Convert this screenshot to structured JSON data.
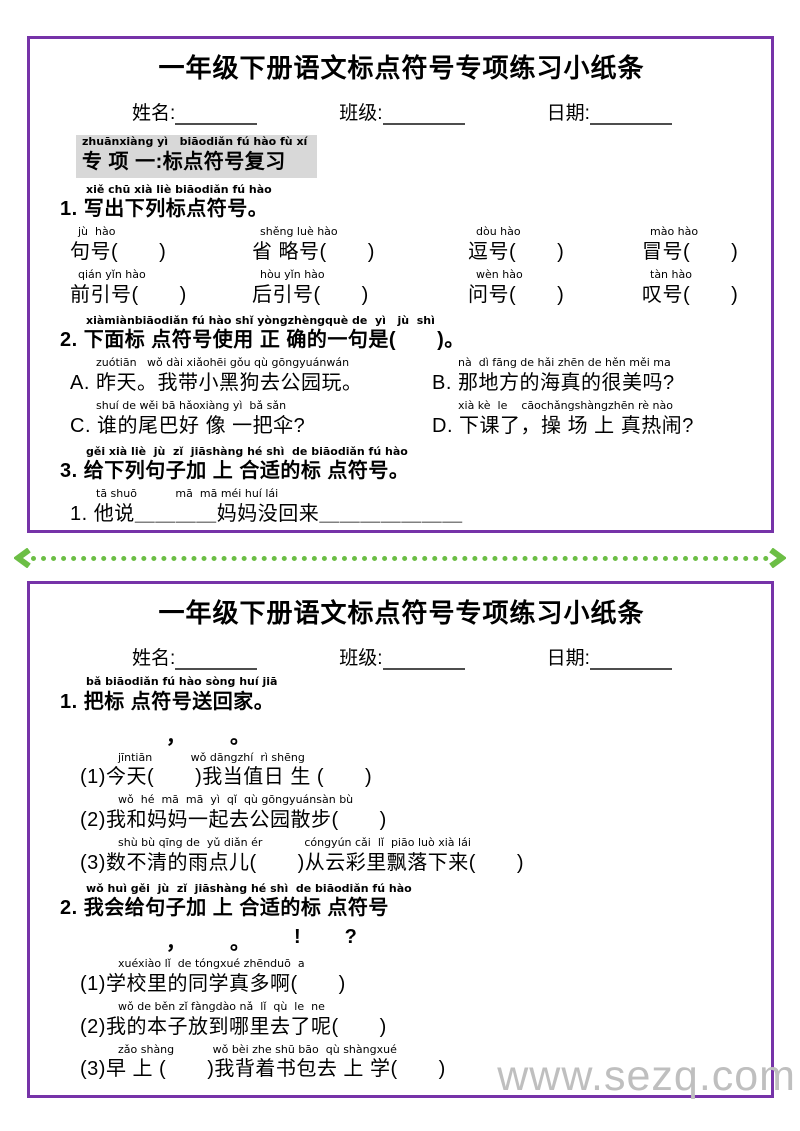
{
  "colors": {
    "border": "#7633A8",
    "cut_line": "#6CBE45",
    "header_bg": "#D8D8D8",
    "watermark": "#BFBFBF"
  },
  "watermark": "www.sezq.com",
  "fields": {
    "name": "姓名:",
    "class": "班级:",
    "date": "日期:"
  },
  "card1": {
    "title": "一年级下册语文标点符号专项练习小纸条",
    "section": {
      "pinyin": "zhuānxiàng yì   biāodiǎn fú hào fù xí",
      "text": "专 项 一:标点符号复习"
    },
    "q1": {
      "pinyin": "xiě chū xià liè biāodiǎn fú hào",
      "text": "1. 写出下列标点符号。"
    },
    "q1_row1": [
      {
        "pinyin": "jù  hào",
        "text": "句号(　　)"
      },
      {
        "pinyin": "shěng luè hào",
        "text": "省 略号(　　)"
      },
      {
        "pinyin": "dòu hào",
        "text": "逗号(　　)"
      },
      {
        "pinyin": "mào hào",
        "text": "冒号(　　)"
      }
    ],
    "q1_row2": [
      {
        "pinyin": "qián yǐn hào",
        "text": "前引号(　　)"
      },
      {
        "pinyin": "hòu yǐn hào",
        "text": "后引号(　　)"
      },
      {
        "pinyin": "wèn hào",
        "text": "问号(　　)"
      },
      {
        "pinyin": "tàn hào",
        "text": "叹号(　　)"
      }
    ],
    "q2": {
      "pinyin": "xiàmiànbiāodiǎn fú hào shǐ yòngzhèngquè de  yì   jù  shì",
      "text": "2. 下面标 点符号使用 正 确的一句是(　　)。"
    },
    "q2_options": [
      {
        "pinyin": "zuótiān   wǒ dài xiǎohēi gǒu qù gōngyuánwán",
        "text": "A. 昨天。我带小黑狗去公园玩。"
      },
      {
        "pinyin": "nà  dì fāng de hǎi zhēn de hěn měi ma",
        "text": "B. 那地方的海真的很美吗?"
      },
      {
        "pinyin": "shuí de wěi bā hǎoxiàng yì  bǎ sǎn",
        "text": "C. 谁的尾巴好 像 一把伞?"
      },
      {
        "pinyin": "xià kè  le    cāochǎngshàngzhēn rè nào",
        "text": "D. 下课了，操 场 上 真热闹?"
      }
    ],
    "q3": {
      "pinyin": "gěi xià liè  jù  zǐ  jiāshàng hé shì  de biāodiǎn fú hào",
      "text": "3. 给下列句子加 上 合适的标 点符号。"
    },
    "q3_item": {
      "pinyin": "tā shuō           mā  mā méi huí lái",
      "text": "1. 他说＿＿＿＿妈妈没回来＿＿＿＿＿＿＿"
    }
  },
  "card2": {
    "title": "一年级下册语文标点符号专项练习小纸条",
    "q1": {
      "pinyin": "bǎ biāodiǎn fú hào sòng huí jiā",
      "text": "1. 把标 点符号送回家。"
    },
    "q1_marks": [
      "，",
      "。"
    ],
    "q1_items": [
      {
        "pinyin": "jīntiān           wǒ dāngzhí  rì shēng",
        "text": "(1)今天(　　)我当值日 生 (　　)"
      },
      {
        "pinyin": "wǒ  hé  mā  mā  yì  qǐ  qù gōngyuánsàn bù",
        "text": "(2)我和妈妈一起去公园散步(　　)"
      },
      {
        "pinyin": "shù bù qīng de  yǔ diǎn ér            cóngyún cǎi  lǐ  piāo luò xià lái",
        "text": "(3)数不清的雨点儿(　　)从云彩里飘落下来(　　)"
      }
    ],
    "q2": {
      "pinyin": "wǒ huì gěi  jù  zǐ  jiāshàng hé shì  de biāodiǎn fú hào",
      "text": "2. 我会给句子加 上 合适的标 点符号"
    },
    "q2_marks": [
      "，",
      "。",
      "!",
      "?"
    ],
    "q2_items": [
      {
        "pinyin": "xuéxiào lǐ  de tóngxué zhēnduō  a",
        "text": "(1)学校里的同学真多啊(　　)"
      },
      {
        "pinyin": "wǒ de běn zǐ fàngdào nǎ  lǐ  qù  le  ne",
        "text": "(2)我的本子放到哪里去了呢(　　)"
      },
      {
        "pinyin": "zǎo shàng           wǒ bèi zhe shū bāo  qù shàngxué",
        "text": "(3)早 上 (　　)我背着书包去 上 学(　　)"
      }
    ]
  }
}
